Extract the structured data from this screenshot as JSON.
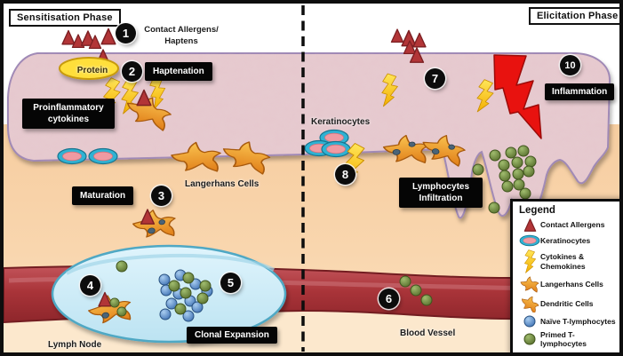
{
  "phases": {
    "sensitisation": "Sensitisation Phase",
    "elicitation": "Elicitation Phase"
  },
  "step_numbers": {
    "s1": "1",
    "s2": "2",
    "s3": "3",
    "s4": "4",
    "s5": "5",
    "s6": "6",
    "s7": "7",
    "s8": "8",
    "s10": "10"
  },
  "annotations": {
    "contact_allergens_line1": "Contact Allergens/",
    "contact_allergens_line2": "Haptens",
    "protein": "Protein",
    "haptenation": "Haptenation",
    "proinflammatory_line1": "Proinflammatory",
    "proinflammatory_line2": "cytokines",
    "langerhans_cells": "Langerhans Cells",
    "maturation": "Maturation",
    "keratinocytes": "Keratinocytes",
    "clonal_expansion": "Clonal Expansion",
    "lymph_node": "Lymph Node",
    "blood_vessel": "Blood Vessel",
    "lymphocytes_line1": "Lymphocytes",
    "lymphocytes_line2": "Infiltration",
    "inflammation": "Inflammation"
  },
  "legend": {
    "title": "Legend",
    "items": [
      {
        "icon": "contact-allergen-icon",
        "label": "Contact Allergens"
      },
      {
        "icon": "keratinocyte-icon",
        "label": "Keratinocytes"
      },
      {
        "icon": "cytokine-icon",
        "label": "Cytokines & Chemokines"
      },
      {
        "icon": "langerhans-cell-icon",
        "label": "Langerhans Cells"
      },
      {
        "icon": "dendritic-cell-icon",
        "label": "Dendritic Cells"
      },
      {
        "icon": "naive-tcell-icon",
        "label": "Naïve T-lymphocytes"
      },
      {
        "icon": "primed-tcell-icon",
        "label": "Primed T-lymphocytes"
      }
    ]
  },
  "colors": {
    "allergen_red": "#b23537",
    "cytokine_yellow": "#ffd21f",
    "langerhans_orange": "#ee9023",
    "naive_blue": "#4f86c6",
    "primed_green": "#6f8f3f",
    "keratinocyte_cyan": "#2fb2d3",
    "epidermis_pink": "#e7cbd0",
    "dermis_peach": "#f8d3aa",
    "vessel_red": "#a93439",
    "lymph_node_blue": "#cdeaf6",
    "inflammation_red": "#e8120f"
  }
}
